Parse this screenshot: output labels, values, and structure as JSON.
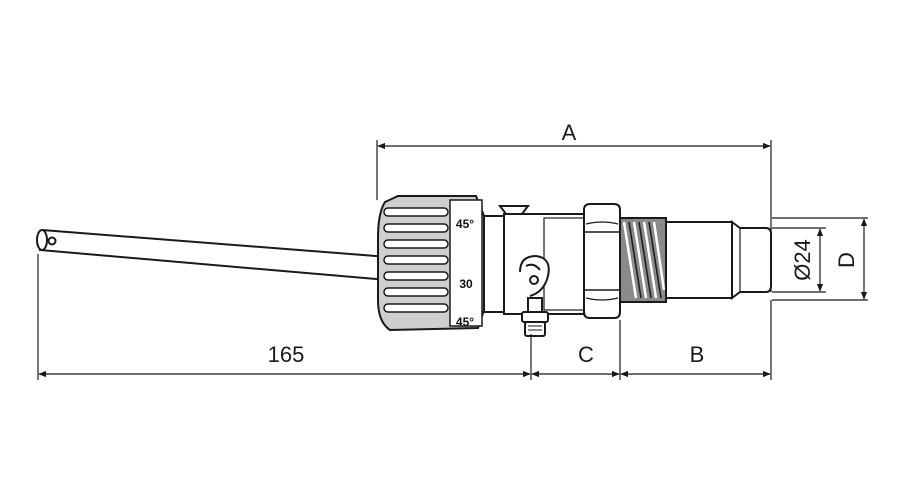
{
  "dimensions": {
    "a": "A",
    "b": "B",
    "c": "C",
    "d": "D",
    "diameter": "Ø24",
    "lever_length": "165"
  },
  "knob_scale": {
    "upper": "45°",
    "middle": "30",
    "lower": "45°"
  },
  "colors": {
    "line": "#1a1a1a",
    "knob_fill": "#cfcfcf",
    "knob_grip": "#ffffff"
  }
}
